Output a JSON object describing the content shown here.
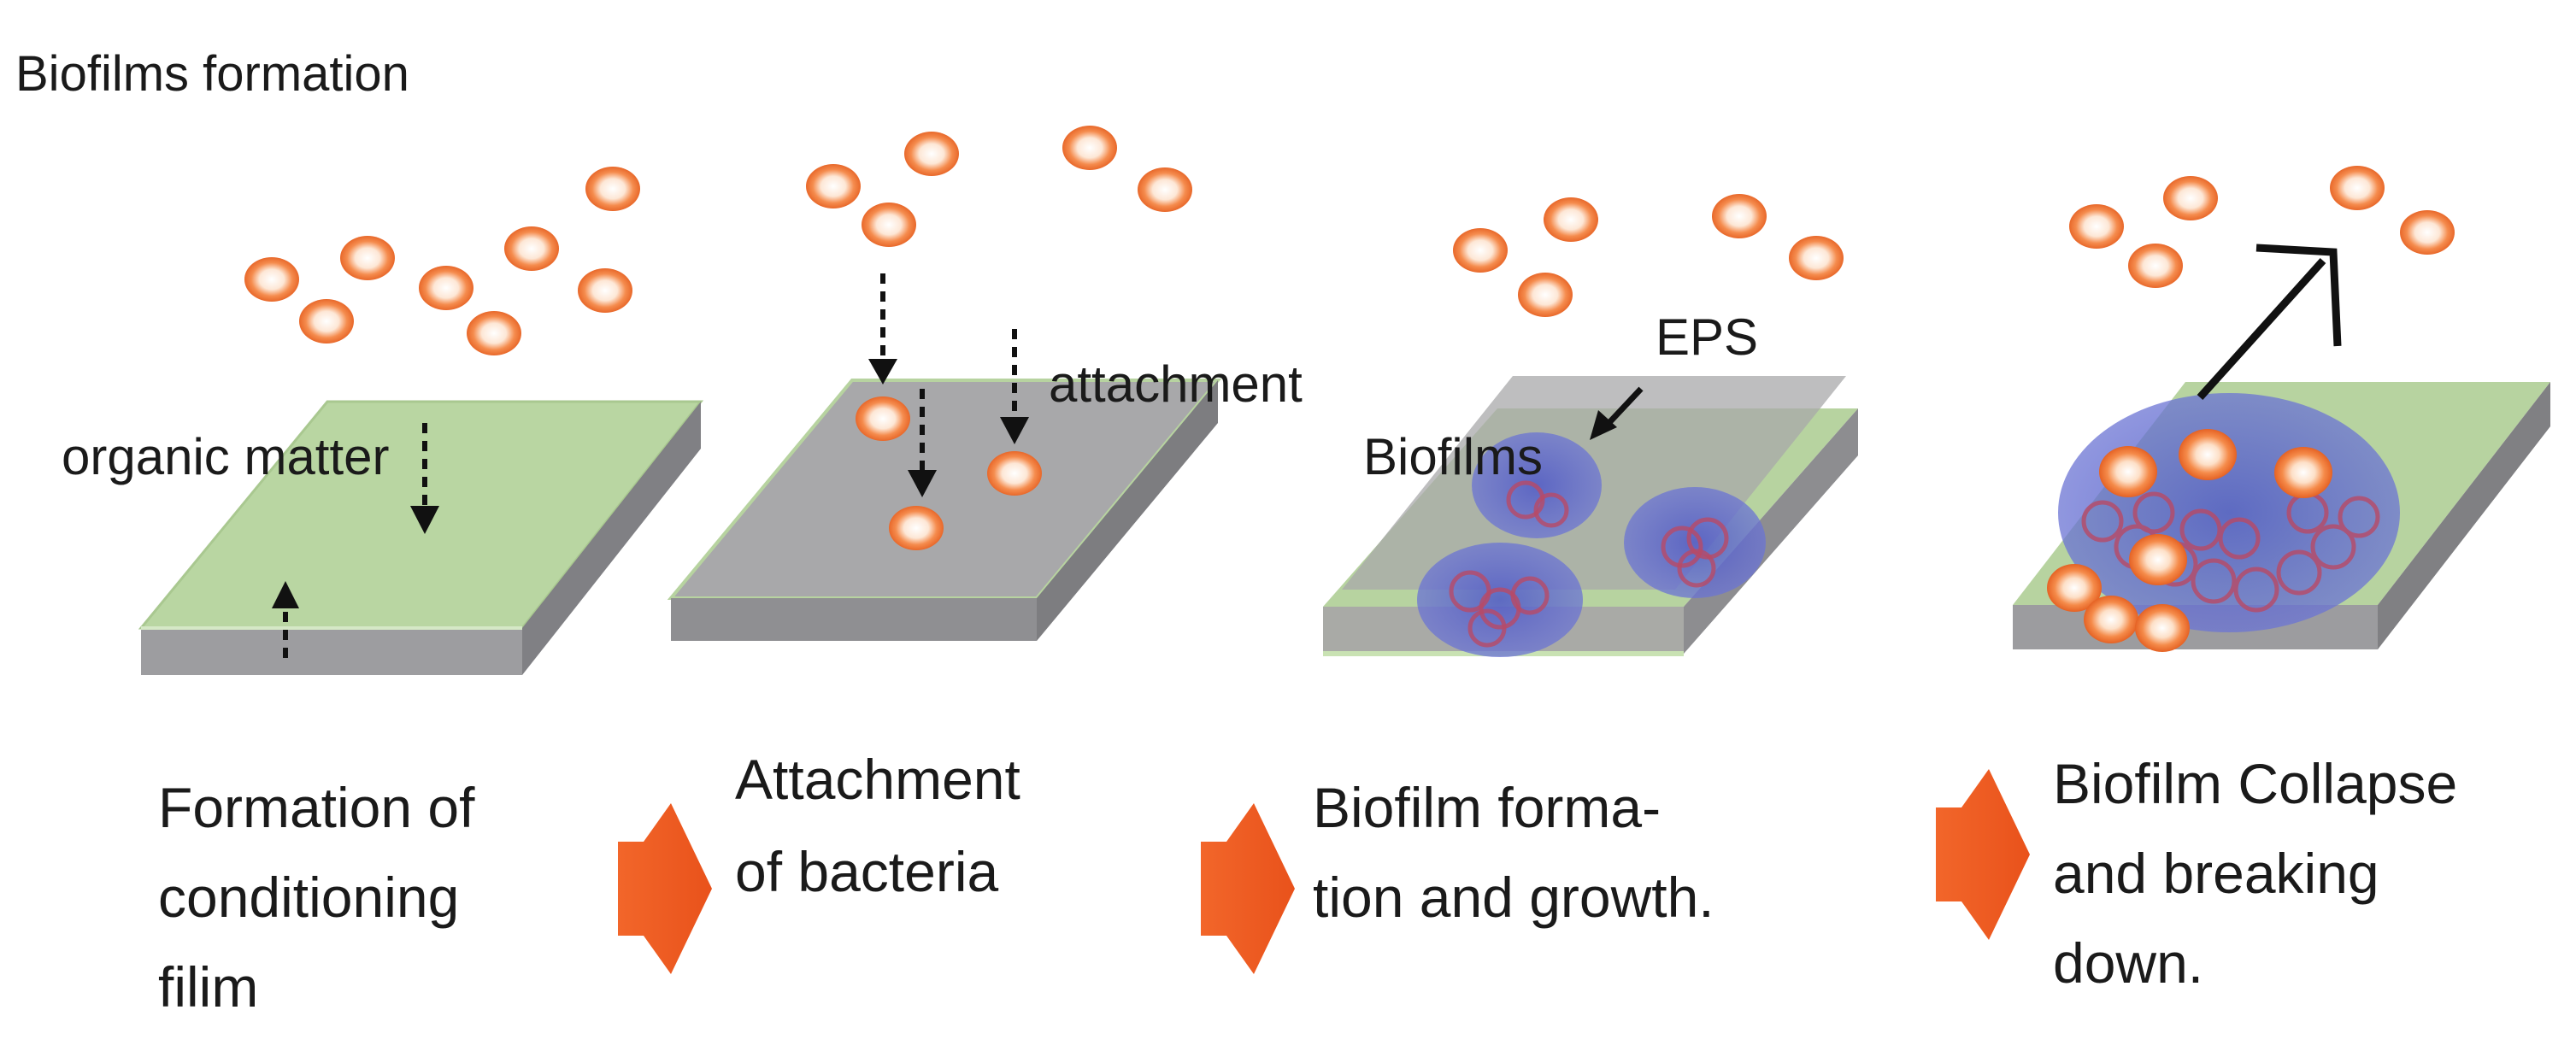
{
  "title": "Biofilms formation",
  "labels": {
    "organic_matter": "organic matter",
    "attachment": "attachment",
    "eps": "EPS",
    "biofilms": "Biofilms"
  },
  "captions": {
    "stage1": [
      "Formation of",
      "conditioning",
      "filim"
    ],
    "stage2": [
      "Attachment",
      "of bacteria"
    ],
    "stage3": [
      "Biofilm forma-",
      "tion and growth."
    ],
    "stage4": [
      "Biofilm Collapse",
      "and breaking",
      "down."
    ]
  },
  "colors": {
    "bacterium_fill": "#f07a3a",
    "bacterium_core": "#fff4e8",
    "plate_top_gray": "#a9a9ab",
    "plate_side_gray": "#8d8d90",
    "conditioning_film": "#b7d3a0",
    "biofilm_blue": "#5b63c9",
    "flow_arrow": "#ef5a1f"
  }
}
